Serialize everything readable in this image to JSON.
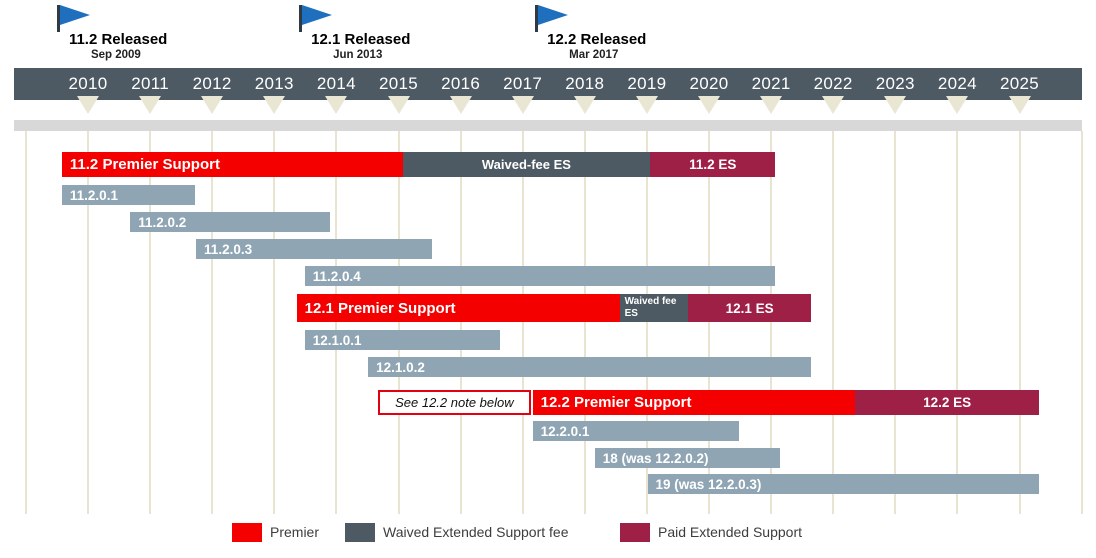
{
  "colors": {
    "premier": "#f40000",
    "waived_es": "#4d5a63",
    "paid_es": "#9e2046",
    "patch": "#8fa5b4",
    "header": "#4d5a63",
    "grid": "#e8e4d0",
    "triangle": "#e9e6d4",
    "axis_strip": "#d8d8d8",
    "flag": "#1f6fbf",
    "note_border": "#e3000f"
  },
  "chart_data": {
    "type": "gantt",
    "title": "",
    "x_axis": {
      "unit": "year",
      "years": [
        2010,
        2011,
        2012,
        2013,
        2014,
        2015,
        2016,
        2017,
        2018,
        2019,
        2020,
        2021,
        2022,
        2023,
        2024,
        2025
      ],
      "range": [
        2009,
        2026
      ],
      "grid": true
    },
    "releases": [
      {
        "label": "11.2 Released",
        "date": "Sep 2009",
        "year": 2009.5
      },
      {
        "label": "12.1 Released",
        "date": "Jun 2013",
        "year": 2013.4
      },
      {
        "label": "12.2 Released",
        "date": "Mar 2017",
        "year": 2017.2
      }
    ],
    "rows": [
      {
        "segments": [
          {
            "label": "11.2 Premier Support",
            "kind": "premier",
            "start": 2009.58,
            "end": 2015.07
          },
          {
            "label": "Waived-fee ES",
            "kind": "waived",
            "start": 2015.07,
            "end": 2019.05
          },
          {
            "label": "11.2 ES",
            "kind": "paid",
            "start": 2019.05,
            "end": 2021.07
          }
        ]
      },
      {
        "segments": [
          {
            "label": "11.2.0.1",
            "kind": "patch",
            "start": 2009.58,
            "end": 2011.72
          }
        ]
      },
      {
        "segments": [
          {
            "label": "11.2.0.2",
            "kind": "patch",
            "start": 2010.68,
            "end": 2013.9
          }
        ]
      },
      {
        "segments": [
          {
            "label": "11.2.0.3",
            "kind": "patch",
            "start": 2011.74,
            "end": 2015.54
          }
        ]
      },
      {
        "segments": [
          {
            "label": "11.2.0.4",
            "kind": "patch",
            "start": 2013.49,
            "end": 2021.07
          }
        ]
      },
      {
        "segments": [
          {
            "label": "12.1 Premier Support",
            "kind": "premier",
            "start": 2013.36,
            "end": 2018.56
          },
          {
            "label": "Waived fee ES",
            "kind": "waived_small",
            "start": 2018.56,
            "end": 2019.66
          },
          {
            "label": "12.1 ES",
            "kind": "paid",
            "start": 2019.66,
            "end": 2021.65
          }
        ]
      },
      {
        "segments": [
          {
            "label": "12.1.0.1",
            "kind": "patch",
            "start": 2013.49,
            "end": 2016.63
          }
        ]
      },
      {
        "segments": [
          {
            "label": "12.1.0.2",
            "kind": "patch",
            "start": 2014.51,
            "end": 2021.65
          }
        ]
      },
      {
        "segments": [
          {
            "label": "See 12.2 note below",
            "kind": "note",
            "start": 2014.67,
            "end": 2017.13
          },
          {
            "label": "12.2 Premier Support",
            "kind": "premier",
            "start": 2017.16,
            "end": 2022.35
          },
          {
            "label": "12.2 ES",
            "kind": "paid",
            "start": 2022.35,
            "end": 2025.32
          }
        ]
      },
      {
        "segments": [
          {
            "label": "12.2.0.1",
            "kind": "patch",
            "start": 2017.16,
            "end": 2020.49
          }
        ]
      },
      {
        "segments": [
          {
            "label": "18 (was 12.2.0.2)",
            "kind": "patch",
            "start": 2018.16,
            "end": 2021.14
          }
        ]
      },
      {
        "segments": [
          {
            "label": "19 (was 12.2.0.3)",
            "kind": "patch",
            "start": 2019.01,
            "end": 2025.32
          }
        ]
      }
    ],
    "legend": [
      {
        "label": "Premier",
        "kind": "premier"
      },
      {
        "label": "Waived Extended Support fee",
        "kind": "waived"
      },
      {
        "label": "Paid Extended Support",
        "kind": "paid"
      }
    ]
  }
}
